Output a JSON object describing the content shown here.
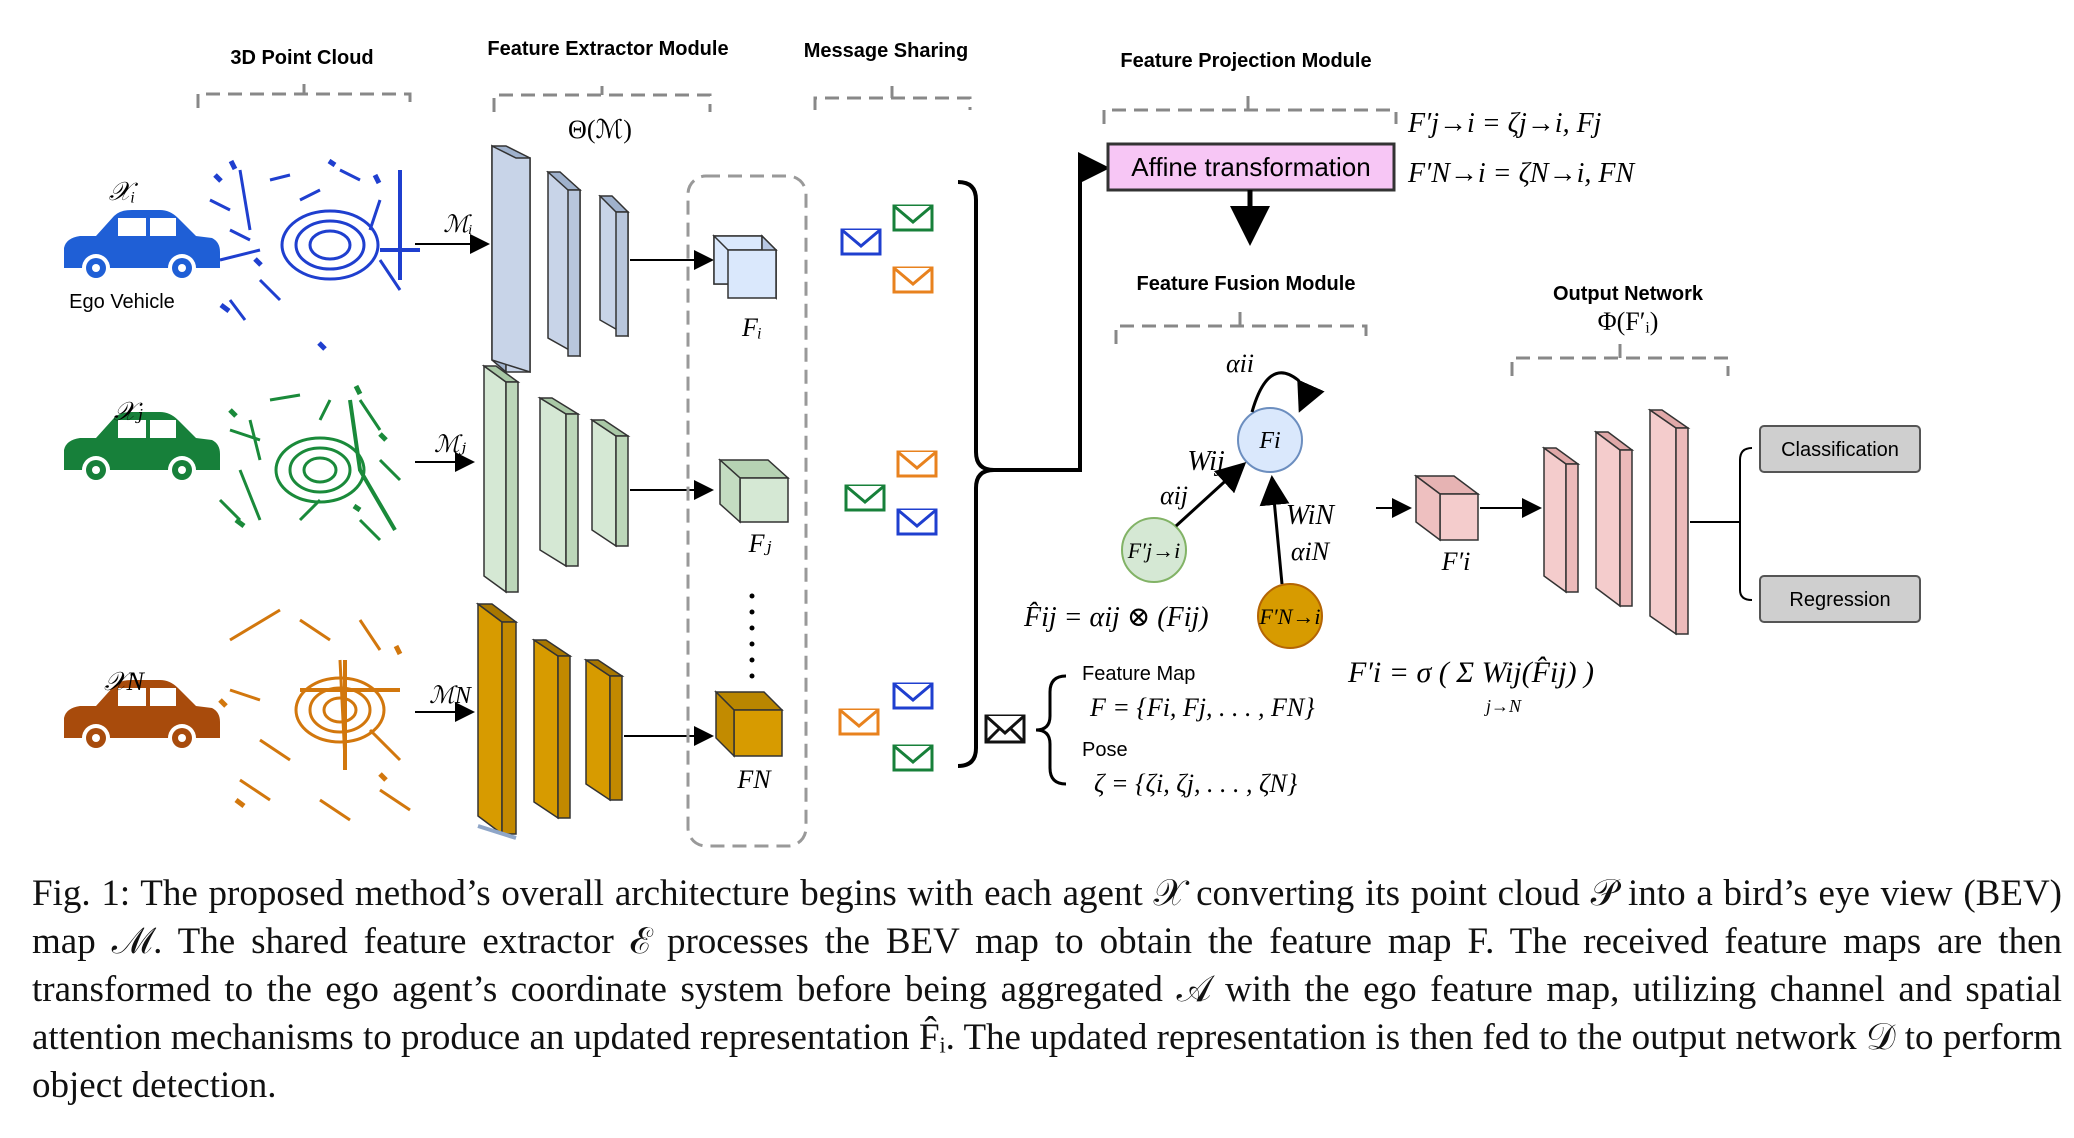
{
  "section_titles": {
    "point_cloud": "3D Point Cloud",
    "feature_extractor": "Feature Extractor Module",
    "message_sharing": "Message Sharing",
    "projection": "Feature Projection Module",
    "fusion": "Feature Fusion Module",
    "output": "Output Network"
  },
  "labels": {
    "theta": "Θ(ℳ)",
    "output_phi": "Φ(F′ᵢ)",
    "affine": "Affine transformation",
    "ego_vehicle": "Ego Vehicle",
    "classification": "Classification",
    "regression": "Regression",
    "feature_map": "Feature Map",
    "pose": "Pose"
  },
  "agents": [
    {
      "x": "𝒳ᵢ",
      "m": "ℳᵢ",
      "f": "Fᵢ",
      "color": "#1f5fd6"
    },
    {
      "x": "𝒳ⱼ",
      "m": "ℳⱼ",
      "f": "Fⱼ",
      "color": "#17803a"
    },
    {
      "x": "𝒳N",
      "m": "ℳN",
      "f": "FN",
      "color": "#a84b0c"
    }
  ],
  "equations": {
    "proj_j": "F′j→i = ζj→i, Fj",
    "proj_n": "F′N→i = ζN→i, FN",
    "fusion_hat": "F̂ij = αij ⊗ (Fij)",
    "feature_set": "F = {Fi, Fj, . . . , FN}",
    "pose_set": "ζ = {ζi, ζj, . . . , ζN}",
    "final": "F′i = σ ( Σ Wij(F̂ij) )",
    "final_sub": "j→N"
  },
  "graph": {
    "node_i": "Fi",
    "node_j": "F′j→i",
    "node_n": "F′N→i",
    "self_alpha": "αii",
    "w_ij": "Wij",
    "a_ij": "αij",
    "w_in": "WiN",
    "a_in": "αiN",
    "output_input": "F′i"
  },
  "caption": [
    "Fig. 1: The proposed method’s overall architecture begins with each agent 𝒳 converting its point cloud 𝒫 into a bird’s eye view",
    "(BEV) map ℳ. The shared feature extractor ℰ processes the BEV map to obtain the feature map F. The received feature maps",
    "are then transformed to the ego agent’s coordinate system before being aggregated 𝒜 with the ego feature map, utilizing channel",
    "and spatial attention mechanisms to produce an updated representation F̂ᵢ. The updated representation is then fed to the output",
    "network 𝒟 to perform object detection."
  ],
  "colors": {
    "blue": "#1f5fd6",
    "green": "#17803a",
    "orange": "#a84b0c",
    "affine_fill": "#f7c6f5",
    "node_i_fill": "#dae8fc",
    "node_j_fill": "#d5e8d4",
    "node_n_fill": "#d79b00",
    "pink_layer": "#f4cccc",
    "box_gray": "#cfcfcf"
  }
}
